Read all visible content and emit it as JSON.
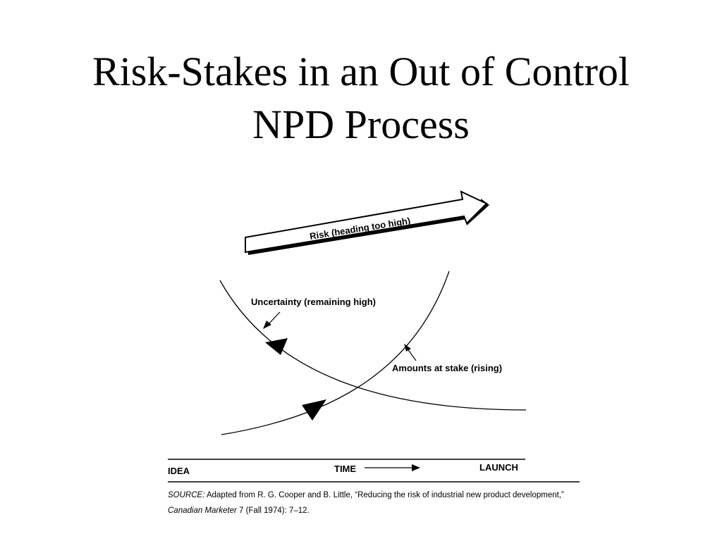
{
  "slide": {
    "title_line1": "Risk-Stakes in an Out of Control",
    "title_line2": "NPD Process"
  },
  "diagram": {
    "risk_arrow_label": "Risk (heading too high)",
    "uncertainty_label": "Uncertainty (remaining high)",
    "stakes_label": "Amounts at stake (rising)",
    "axis_start": "IDEA",
    "axis_middle": "TIME",
    "axis_end": "LAUNCH"
  },
  "source": {
    "prefix": "SOURCE:",
    "text": " Adapted from R. G. Cooper and B. Little, “Reducing the risk of industrial new product development,” ",
    "journal": "Canadian Marketer",
    "citation": " 7 (Fall 1974): 7–12."
  }
}
